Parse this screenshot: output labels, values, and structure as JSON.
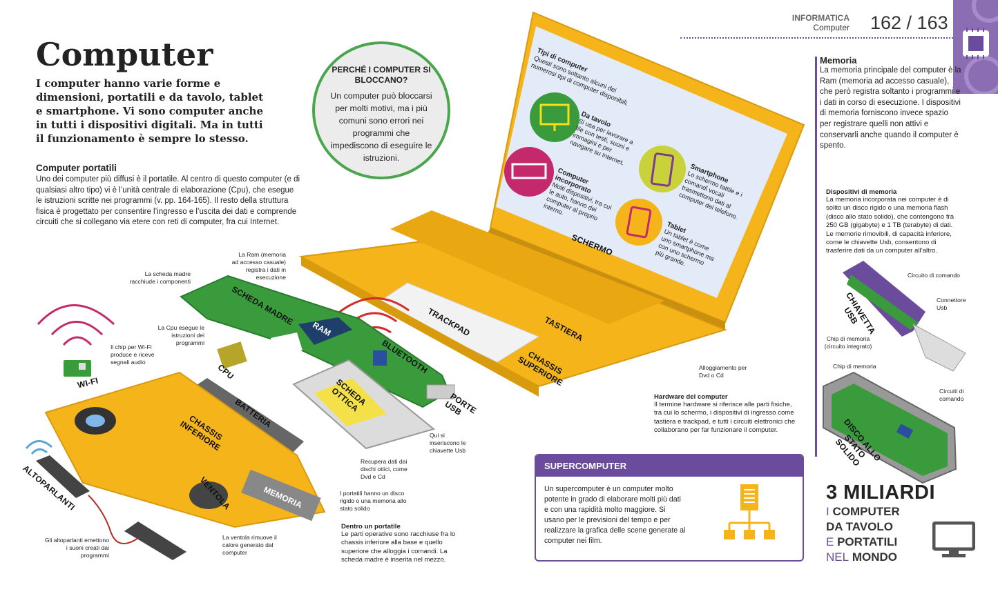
{
  "header": {
    "section": "INFORMATICA",
    "subsection": "Computer",
    "pages": "162 / 163"
  },
  "title": "Computer",
  "intro": "I computer hanno varie forme e dimensioni, portatili e da tavolo, tablet e smartphone. Vi sono computer anche in tutti i dispositivi digitali. Ma in tutti il funzionamento è sempre lo stesso.",
  "portatili": {
    "heading": "Computer portatili",
    "text": "Uno dei computer più diffusi è il portatile. Al centro di questo computer (e di qualsiasi altro tipo) vi è l’unità centrale di elaborazione (Cpu), che esegue le istruzioni scritte nei programmi (v. pp. 164-165). Il resto della struttura fisica è progettato per consentire l’ingresso e l’uscita dei dati e comprende circuiti che si collegano via etere con reti di computer, fra cui Internet."
  },
  "bubble": {
    "title": "PERCHÉ I COMPUTER SI BLOCCANO?",
    "text": "Un computer può bloccarsi per molti motivi, ma i più comuni sono errori nei programmi che impediscono di eseguire le istruzioni."
  },
  "screen": {
    "types_title": "Tipi di computer",
    "types_text": "Questi sono soltanto alcuni dei numerosi tipi di computer disponibili.",
    "desktop_title": "Da tavolo",
    "desktop_text": "Si usa per lavorare a file con testi, suoni e immagini e per navigare su Internet.",
    "smartphone_title": "Smartphone",
    "smartphone_text": "Lo schermo tattile e i comandi vocali trasmettono dati al computer del telefono.",
    "embedded_title": "Computer incorporato",
    "embedded_text": "Molti dispositivi, tra cui le auto, hanno dei computer al proprio interno.",
    "tablet_title": "Tablet",
    "tablet_text": "Un tablet è come uno smartphone ma con uno schermo più grande."
  },
  "labels": {
    "schermo": "SCHERMO",
    "tastiera": "TASTIERA",
    "trackpad": "TRACKPAD",
    "chassis_sup": "CHASSIS SUPERIORE",
    "scheda_madre": "SCHEDA MADRE",
    "ram": "RAM",
    "bluetooth": "BLUETOOTH",
    "porte_usb": "PORTE USB",
    "wifi": "WI-FI",
    "cpu": "CPU",
    "batteria": "BATTERIA",
    "scheda_ottica": "SCHEDA OTTICA",
    "chassis_inf": "CHASSIS INFERIORE",
    "altoparlanti": "ALTOPARLANTI",
    "ventola": "VENTOLA",
    "memoria": "MEMORIA",
    "chiavetta": "CHIAVETTA USB",
    "ssd": "DISCO ALLO STATO SOLIDO"
  },
  "notes": {
    "ram": "La Ram (memoria ad accesso casuale) registra i dati in esecuzione",
    "scheda_madre": "La scheda madre racchiude i componenti",
    "cpu": "La Cpu esegue le istruzioni dei programmi",
    "wifi": "Il chip per Wi-Fi produce e riceve segnali audio",
    "dvd": "Alloggiamento per Dvd o Cd",
    "usb": "Qui si inseriscono le chiavette Usb",
    "ottica": "Recupera dati dai dischi ottici, come Dvd e Cd",
    "disco": "I portatili hanno un disco rigido o una memoria allo stato solido",
    "ventola": "La ventola rimuove il calore generato dal computer",
    "altoparlanti": "Gli altoparlanti emettono i suoni creati dai programmi",
    "circuito_comando": "Circuito di comando",
    "connettore": "Connettore Usb",
    "chip_memoria_int": "Chip di memoria (circuito integrato)",
    "chip_memoria": "Chip di memoria",
    "circuiti_comando": "Circuiti di comando"
  },
  "hardware": {
    "heading": "Hardware del computer",
    "text": "Il termine hardware si riferisce alle parti fisiche, tra cui lo schermo, i dispositivi di ingresso come tastiera e trackpad, e tutti i circuiti elettronici che collaborano per far funzionare il computer."
  },
  "dentro": {
    "heading": "Dentro un portatile",
    "text": "Le parti operative sono racchiuse fra lo chassis inferiore alla base e quello superiore che alloggia i comandi. La scheda madre è inserita nel mezzo."
  },
  "supercomputer": {
    "heading": "SUPERCOMPUTER",
    "text": "Un supercomputer è un computer molto potente in grado di elaborare molti più dati e con una rapidità molto maggiore. Si usano per le previsioni del tempo e per realizzare la grafica delle scene generate al computer nei film."
  },
  "memoria": {
    "heading": "Memoria",
    "text": "La memoria principale del computer è la Ram (memoria ad accesso casuale), che però registra soltanto i programmi e i dati in corso di esecuzione. I dispositivi di memoria forniscono invece spazio per registrare quelli non attivi e conservarli anche quando il computer è spento."
  },
  "dispositivi": {
    "heading": "Dispositivi di memoria",
    "text": "La memoria incorporata nei computer è di solito un disco rigido o una memoria flash (disco allo stato solido), che contengono fra 250 GB (gigabyte) e 1 TB (terabyte) di dati. Le memorie rimovibili, di capacità inferiore, come le chiavette Usb, consentono di trasferire dati da un computer all’altro."
  },
  "stat": {
    "number": "3 MILIARDI",
    "w1": "I",
    "w2": "COMPUTER",
    "w3": "DA TAVOLO",
    "w4": "E",
    "w5": "PORTATILI",
    "w6": "NEL",
    "w7": "MONDO"
  },
  "colors": {
    "purple": "#6a4b9c",
    "yellow": "#f4b41a",
    "green": "#3a9b3c",
    "screen": "#e3ebf8"
  }
}
